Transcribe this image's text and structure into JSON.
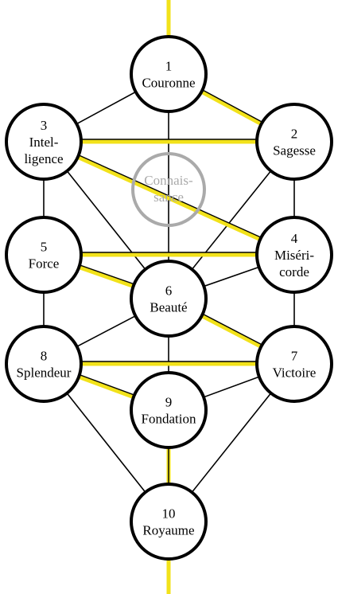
{
  "colors": {
    "path": "#000000",
    "highlight": "#f2e21a",
    "node_fill": "#ffffff",
    "node_stroke": "#000000",
    "ghost_stroke": "#aaaaaa",
    "ghost_text": "#aaaaaa"
  },
  "sephirot": [
    {
      "id": "n1",
      "number": "1",
      "lines": [
        "Couronne"
      ]
    },
    {
      "id": "n2",
      "number": "2",
      "lines": [
        "Sagesse"
      ]
    },
    {
      "id": "n3",
      "number": "3",
      "lines": [
        "Intel-",
        "ligence"
      ]
    },
    {
      "id": "n4",
      "number": "4",
      "lines": [
        "Miséri-",
        "corde"
      ]
    },
    {
      "id": "n5",
      "number": "5",
      "lines": [
        "Force"
      ]
    },
    {
      "id": "n6",
      "number": "6",
      "lines": [
        "Beauté"
      ]
    },
    {
      "id": "n7",
      "number": "7",
      "lines": [
        "Victoire"
      ]
    },
    {
      "id": "n8",
      "number": "8",
      "lines": [
        "Splendeur"
      ]
    },
    {
      "id": "n9",
      "number": "9",
      "lines": [
        "Fondation"
      ]
    },
    {
      "id": "n10",
      "number": "10",
      "lines": [
        "Royaume"
      ]
    }
  ],
  "hidden_node": {
    "id": "daat",
    "lines": [
      "Connais-",
      "sance"
    ]
  },
  "paths": [
    [
      "n1",
      "n3"
    ],
    [
      "n1",
      "n2"
    ],
    [
      "n1",
      "n6"
    ],
    [
      "n3",
      "n2"
    ],
    [
      "n3",
      "n5"
    ],
    [
      "n3",
      "n6"
    ],
    [
      "n3",
      "n4"
    ],
    [
      "n2",
      "n4"
    ],
    [
      "n2",
      "n6"
    ],
    [
      "n5",
      "n4"
    ],
    [
      "n5",
      "n6"
    ],
    [
      "n5",
      "n8"
    ],
    [
      "n4",
      "n6"
    ],
    [
      "n4",
      "n7"
    ],
    [
      "n6",
      "n8"
    ],
    [
      "n6",
      "n7"
    ],
    [
      "n6",
      "n9"
    ],
    [
      "n8",
      "n7"
    ],
    [
      "n8",
      "n9"
    ],
    [
      "n8",
      "n10"
    ],
    [
      "n7",
      "n9"
    ],
    [
      "n7",
      "n10"
    ],
    [
      "n9",
      "n10"
    ]
  ],
  "highlighted_paths": [
    [
      "top",
      "n1"
    ],
    [
      "n1",
      "n2"
    ],
    [
      "n2",
      "n3"
    ],
    [
      "n3",
      "n4"
    ],
    [
      "n4",
      "n5"
    ],
    [
      "n5",
      "n6"
    ],
    [
      "n6",
      "n7"
    ],
    [
      "n7",
      "n8"
    ],
    [
      "n8",
      "n9"
    ],
    [
      "n9",
      "n10"
    ],
    [
      "n10",
      "bottom"
    ]
  ]
}
